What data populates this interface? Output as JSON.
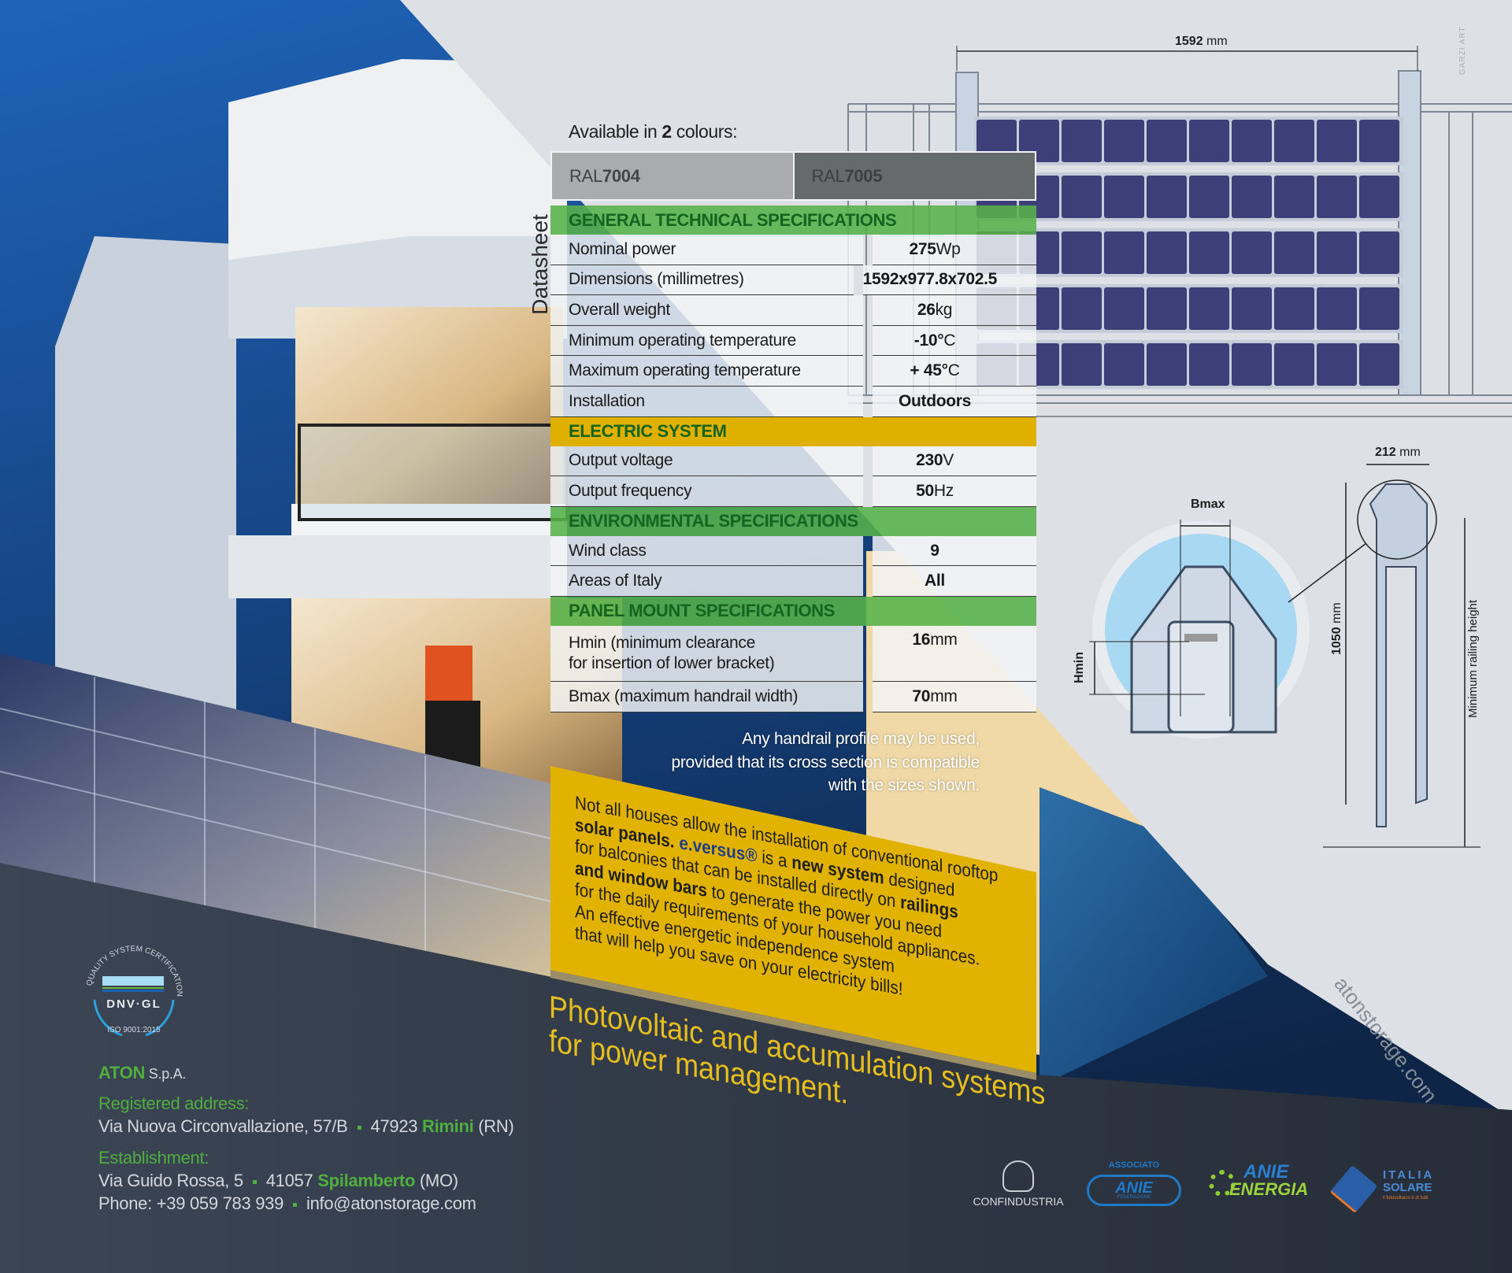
{
  "colours": {
    "intro_prefix": "Available in ",
    "intro_count": "2",
    "intro_suffix": " colours:",
    "options": [
      {
        "prefix": "RAL ",
        "code": "7004",
        "hex": "#a9abad"
      },
      {
        "prefix": "RAL ",
        "code": "7005",
        "hex": "#656a6b"
      }
    ]
  },
  "side_label": "Datasheet",
  "sections": [
    {
      "title": "GENERAL TECHNICAL SPECIFICATIONS",
      "color": "green",
      "rows": [
        {
          "label": "Nominal power",
          "value_bold": "275",
          "value_unit": " Wp"
        },
        {
          "label": "Dimensions (millimetres)",
          "value_bold": "1592x977.8x702.5",
          "value_unit": ""
        },
        {
          "label": "Overall weight",
          "value_bold": "26",
          "value_unit": "kg"
        },
        {
          "label": "Minimum operating temperature",
          "value_bold": "-10°",
          "value_unit": "C"
        },
        {
          "label": "Maximum operating temperature",
          "value_bold": "+ 45°",
          "value_unit": "C"
        },
        {
          "label": "Installation",
          "value_bold": "Outdoors",
          "value_unit": ""
        }
      ]
    },
    {
      "title": "ELECTRIC SYSTEM",
      "color": "yellow",
      "rows": [
        {
          "label": "Output voltage",
          "value_bold": "230",
          "value_unit": "V"
        },
        {
          "label": "Output frequency",
          "value_bold": "50",
          "value_unit": " Hz"
        }
      ]
    },
    {
      "title": "ENVIRONMENTAL SPECIFICATIONS",
      "color": "green",
      "rows": [
        {
          "label": "Wind class",
          "value_bold": "9",
          "value_unit": ""
        },
        {
          "label": "Areas of Italy",
          "value_bold": "All",
          "value_unit": ""
        }
      ]
    },
    {
      "title": "PANEL MOUNT SPECIFICATIONS",
      "color": "green",
      "rows": [
        {
          "label": "Hmin (minimum clearance for insertion of lower bracket)",
          "value_bold": "16",
          "value_unit": "mm",
          "tall": true
        },
        {
          "label": "Bmax (maximum handrail width)",
          "value_bold": "70",
          "value_unit": "mm"
        }
      ]
    }
  ],
  "note_lines": [
    "Any handrail profile may be used,",
    "provided that its cross section is compatible",
    "with the sizes shown."
  ],
  "description_lines": [
    [
      {
        "t": "Not all houses allow the installation of conventional rooftop"
      }
    ],
    [
      {
        "t": "solar panels.",
        "s": "b"
      },
      {
        "t": " "
      },
      {
        "t": "e.versus®",
        "s": "blue"
      },
      {
        "t": " is a "
      },
      {
        "t": "new system",
        "s": "b"
      },
      {
        "t": " designed"
      }
    ],
    [
      {
        "t": "for balconies that can be installed directly on "
      },
      {
        "t": "railings",
        "s": "b"
      }
    ],
    [
      {
        "t": "and window bars",
        "s": "b"
      },
      {
        "t": " to generate the power you need"
      }
    ],
    [
      {
        "t": "for the daily requirements of your household appliances."
      }
    ],
    [
      {
        "t": "An effective energetic independence system"
      }
    ],
    [
      {
        "t": "that will help you save on your electricity bills!"
      }
    ]
  ],
  "tagline_lines": [
    "Photovoltaic and accumulation systems",
    "for power management."
  ],
  "company": {
    "name": "ATON",
    "suffix": " S.p.A.",
    "registered_label": "Registered address:",
    "registered_street": "Via Nuova Circonvallazione, 57/B",
    "registered_zip": "47923 ",
    "registered_city": "Rimini",
    "registered_prov": " (RN)",
    "establishment_label": "Establishment:",
    "establishment_street": "Via Guido Rossa, 5",
    "establishment_zip": "41057 ",
    "establishment_city": "Spilamberto",
    "establishment_prov": " (MO)",
    "phone": "Phone: +39 059 783 939",
    "email": "info@atonstorage.com"
  },
  "certification": {
    "ring": "QUALITY SYSTEM CERTIFICATION",
    "brand": "DNV·GL",
    "standard": "ISO 9001:2015"
  },
  "partners": {
    "confindustria": "CONFINDUSTRIA",
    "anie_top": "ASSOCIATO",
    "anie_name": "ANIE",
    "anie_sub": "FEDERAZIONE",
    "energia_top": "ANIE",
    "energia_name": "ENERGIA",
    "italia_top": "ITALIA",
    "italia_name": "SOLARE",
    "italia_tag": "il fotovoltaico è di tutti"
  },
  "diagram": {
    "width_value": "1592",
    "width_unit": " mm",
    "depth_value": "212",
    "depth_unit": " mm",
    "height_value": "1050",
    "height_unit": " mm",
    "bmax": "Bmax",
    "hmin": "Hmin",
    "min_height": "Minimum railing height",
    "credit": "GARZI ART"
  },
  "website": "atonstorage.com",
  "colors": {
    "green": "#56b24a",
    "yellow": "#e0b000",
    "header_text": "#15641f",
    "footer_bg": "#3a4452"
  }
}
